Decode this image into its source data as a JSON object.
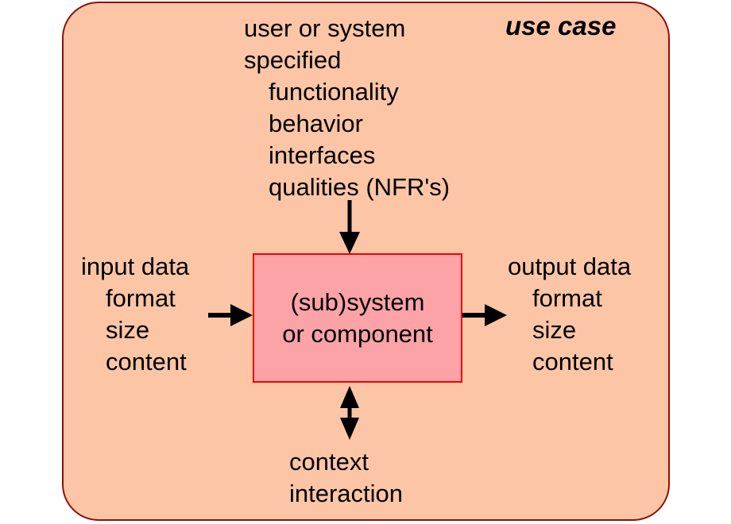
{
  "diagram": {
    "title_label": "use case",
    "frame": {
      "fill": "#fcc6a6",
      "stroke": "#8e1008"
    },
    "component": {
      "line1": "(sub)system",
      "line2": "or component",
      "fill": "#fca3a8",
      "stroke": "#f40000"
    },
    "top_block": {
      "lines": [
        {
          "text": "user or system",
          "indent": false
        },
        {
          "text": "specified",
          "indent": false
        },
        {
          "text": "functionality",
          "indent": true
        },
        {
          "text": "behavior",
          "indent": true
        },
        {
          "text": "interfaces",
          "indent": true
        },
        {
          "text": "qualities (NFR's)",
          "indent": true
        }
      ]
    },
    "left_block": {
      "lines": [
        {
          "text": "input data",
          "indent": false
        },
        {
          "text": "format",
          "indent": true
        },
        {
          "text": "size",
          "indent": true
        },
        {
          "text": "content",
          "indent": true
        }
      ]
    },
    "right_block": {
      "lines": [
        {
          "text": "output data",
          "indent": false
        },
        {
          "text": "format",
          "indent": true
        },
        {
          "text": "size",
          "indent": true
        },
        {
          "text": "content",
          "indent": true
        }
      ]
    },
    "bottom_block": {
      "lines": [
        {
          "text": "context",
          "indent": false
        },
        {
          "text": "interaction",
          "indent": false
        }
      ]
    },
    "arrows": [
      {
        "name": "arrow-down-into-component",
        "direction": "down",
        "heads": 1
      },
      {
        "name": "arrow-right-input",
        "direction": "right",
        "heads": 1
      },
      {
        "name": "arrow-right-output",
        "direction": "right",
        "heads": 1
      },
      {
        "name": "arrow-updown-context",
        "direction": "vertical",
        "heads": 2
      }
    ]
  }
}
